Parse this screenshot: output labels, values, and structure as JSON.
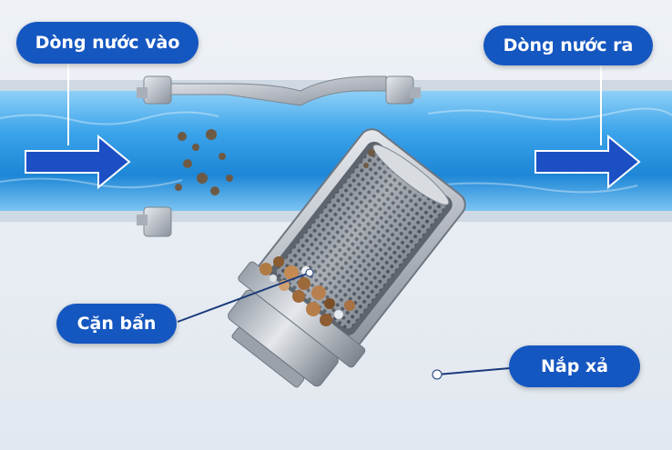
{
  "labels": {
    "inlet": "Dòng nước vào",
    "outlet": "Dòng nước ra",
    "sediment": "Cặn bẩn",
    "drain_cap": "Nắp xả"
  },
  "colors": {
    "label_bg": "#1557c0",
    "water": "#3aa3ea",
    "arrow": "#1c4fc4",
    "metal": "#b9bec6"
  }
}
